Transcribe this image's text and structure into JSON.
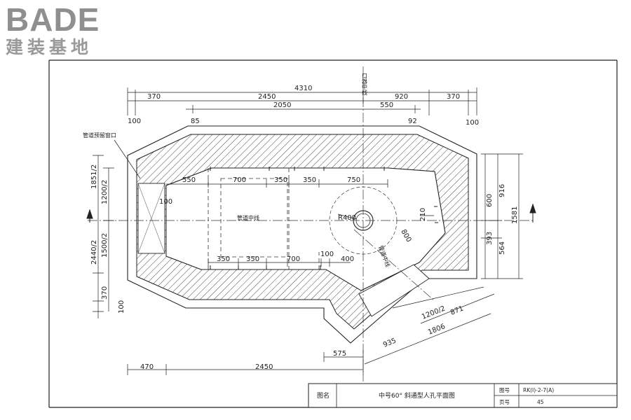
{
  "logo": {
    "wordmark": "BADE",
    "subtitle": "建装基地"
  },
  "title_block": {
    "name_label": "图名",
    "drawing_title": "中号60° 斜通型人孔平面图",
    "figure_no_label": "图号",
    "figure_no": "RK(I)-2-7(A)",
    "page_no_label": "页号",
    "page_no": "45"
  },
  "labels": {
    "port_centerline": "口器中线",
    "pipe_window": "管道预留窗口",
    "pipe_centerline": "管道中线",
    "diag_centerline": "管道中线",
    "radius": "R400"
  },
  "dimensions": {
    "top_overall": "4310",
    "top_row2": [
      "370",
      "2450",
      "920",
      "370"
    ],
    "top_row3": [
      "2050",
      "550"
    ],
    "top_small": [
      "100",
      "85",
      "92",
      "100"
    ],
    "inner_top": [
      "550",
      "700",
      "350",
      "350",
      "750"
    ],
    "inner_bottom": [
      "350",
      "350",
      "700",
      "100",
      "400"
    ],
    "left_upper": [
      "1851/2",
      "1200/2"
    ],
    "left_lower": [
      "2440/2",
      "1500/2",
      "370",
      "100"
    ],
    "left_small": "100",
    "right": [
      "916",
      "600",
      "1581",
      "393",
      "564"
    ],
    "right_small": "210",
    "diag_upper": "800",
    "diag_lower": "1806",
    "diag_inner": [
      "1200/2",
      "871"
    ],
    "bottom": [
      "470",
      "2450",
      "575",
      "935"
    ]
  }
}
